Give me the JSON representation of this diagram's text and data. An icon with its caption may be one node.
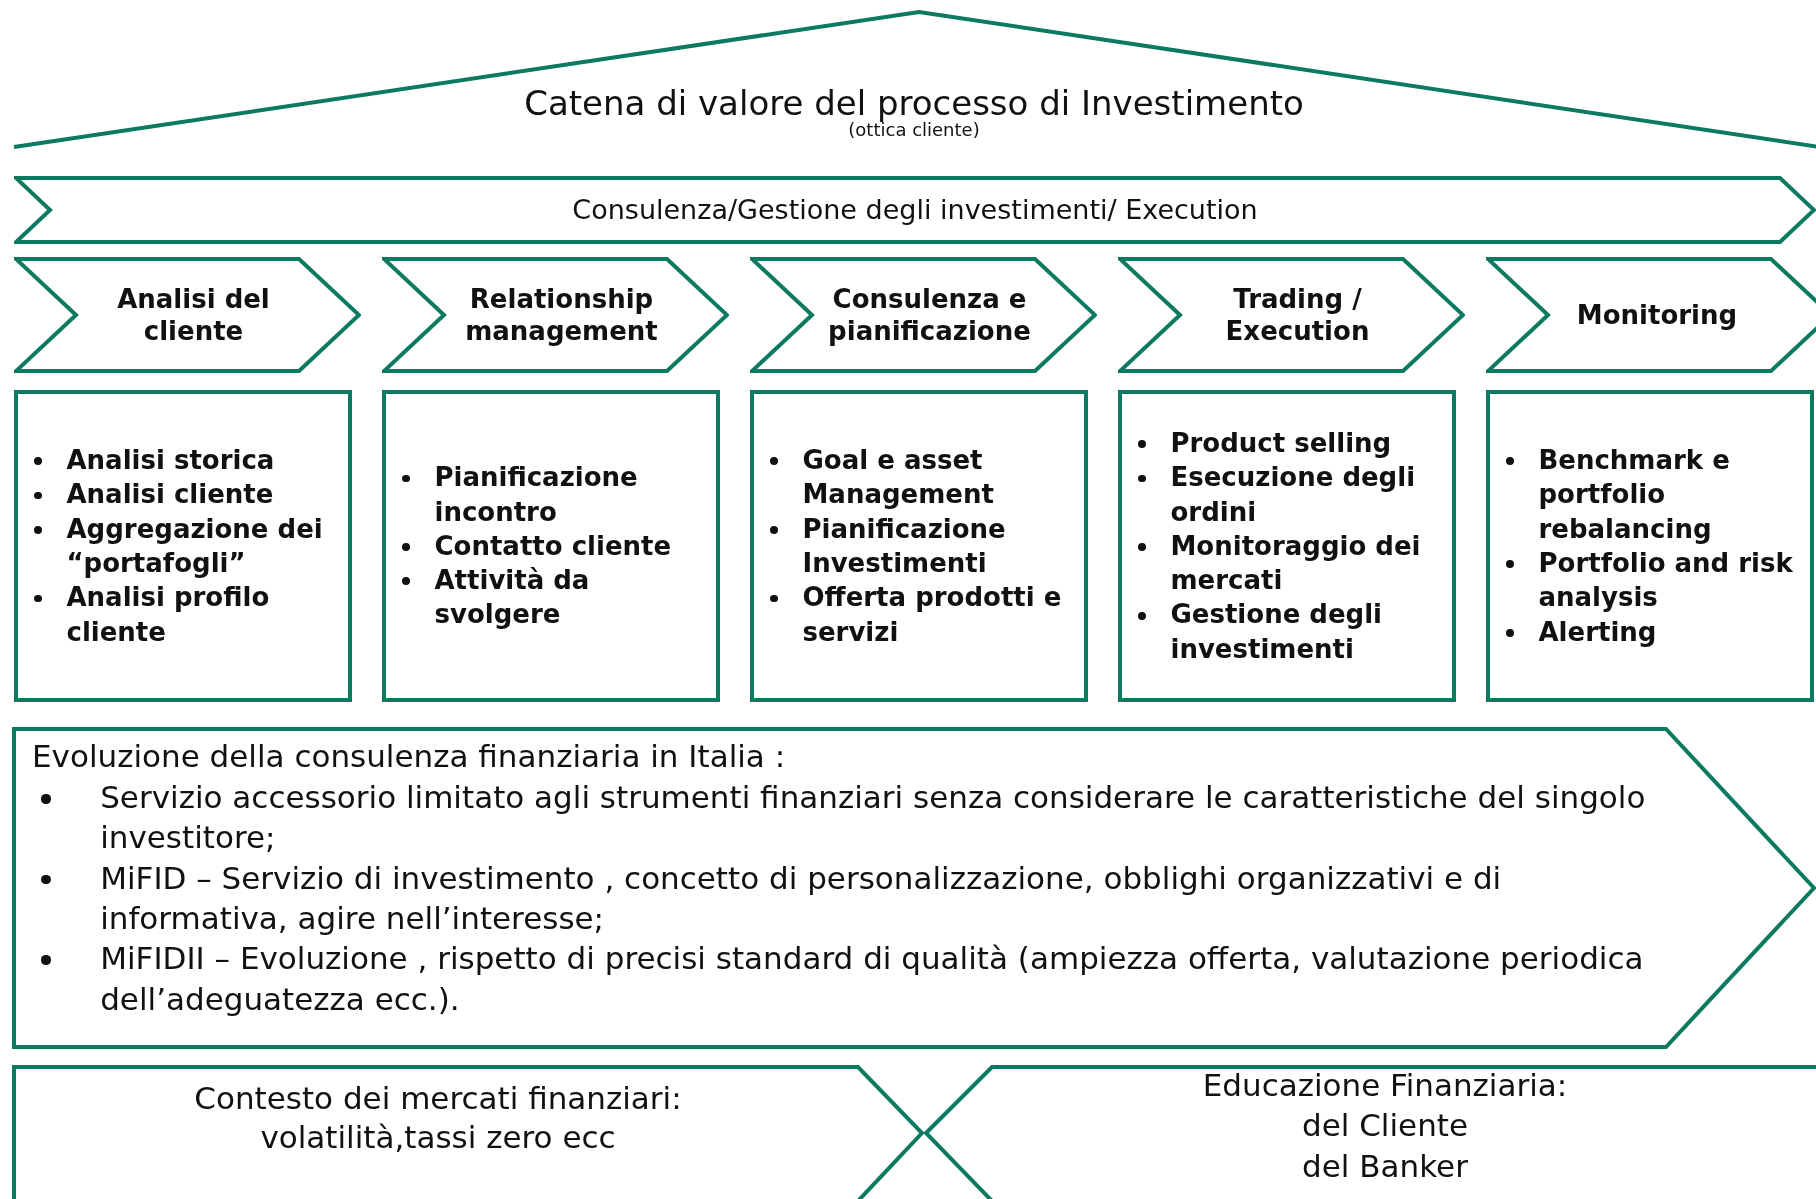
{
  "diagram": {
    "nodes": [
      {
        "text": [
          "Catena di valore del processo di Investimento",
          "(ottica cliente)"
        ]
      },
      {
        "text": [
          "Consulenza/Gestione degli investimenti/ Execution"
        ]
      },
      {
        "text": [
          "Analisi del cliente"
        ]
      },
      {
        "text": [
          "Relationship management"
        ]
      },
      {
        "text": [
          "Consulenza e pianificazione"
        ]
      },
      {
        "text": [
          "Trading / Execution"
        ]
      },
      {
        "text": [
          "Monitoring"
        ]
      },
      {
        "text": [
          "Analisi storica",
          "Analisi cliente",
          "Aggregazione dei “portafogli”",
          "Analisi profilo cliente"
        ]
      },
      {
        "text": [
          "Pianificazione incontro",
          "Contatto cliente",
          "Attività da svolgere"
        ]
      },
      {
        "text": [
          "Goal e asset Management",
          "Pianificazione Investimenti",
          "Offerta prodotti e servizi"
        ]
      },
      {
        "text": [
          "Product selling",
          "Esecuzione degli ordini",
          "Monitoraggio dei mercati",
          "Gestione degli investimenti"
        ]
      },
      {
        "text": [
          "Benchmark e portfolio rebalancing",
          "Portfolio and risk analysis",
          "Alerting"
        ]
      },
      {
        "text": [
          "Evoluzione della consulenza finanziaria in Italia :",
          "Servizio accessorio limitato agli strumenti finanziari senza considerare le caratteristiche del singolo investitore;",
          "MiFID – Servizio di investimento , concetto di personalizzazione, obblighi organizzativi e di informativa,  agire nell’interesse;",
          "MiFIDII – Evoluzione , rispetto di precisi standard di qualità (ampiezza offerta, valutazione periodica dell’adeguatezza ecc.)."
        ]
      },
      {
        "text": [
          "Contesto dei mercati finanziari:",
          "volatilità,tassi zero ecc"
        ]
      },
      {
        "text": [
          "Educazione Finanziaria:",
          "del Cliente",
          "del Banker"
        ]
      }
    ]
  }
}
